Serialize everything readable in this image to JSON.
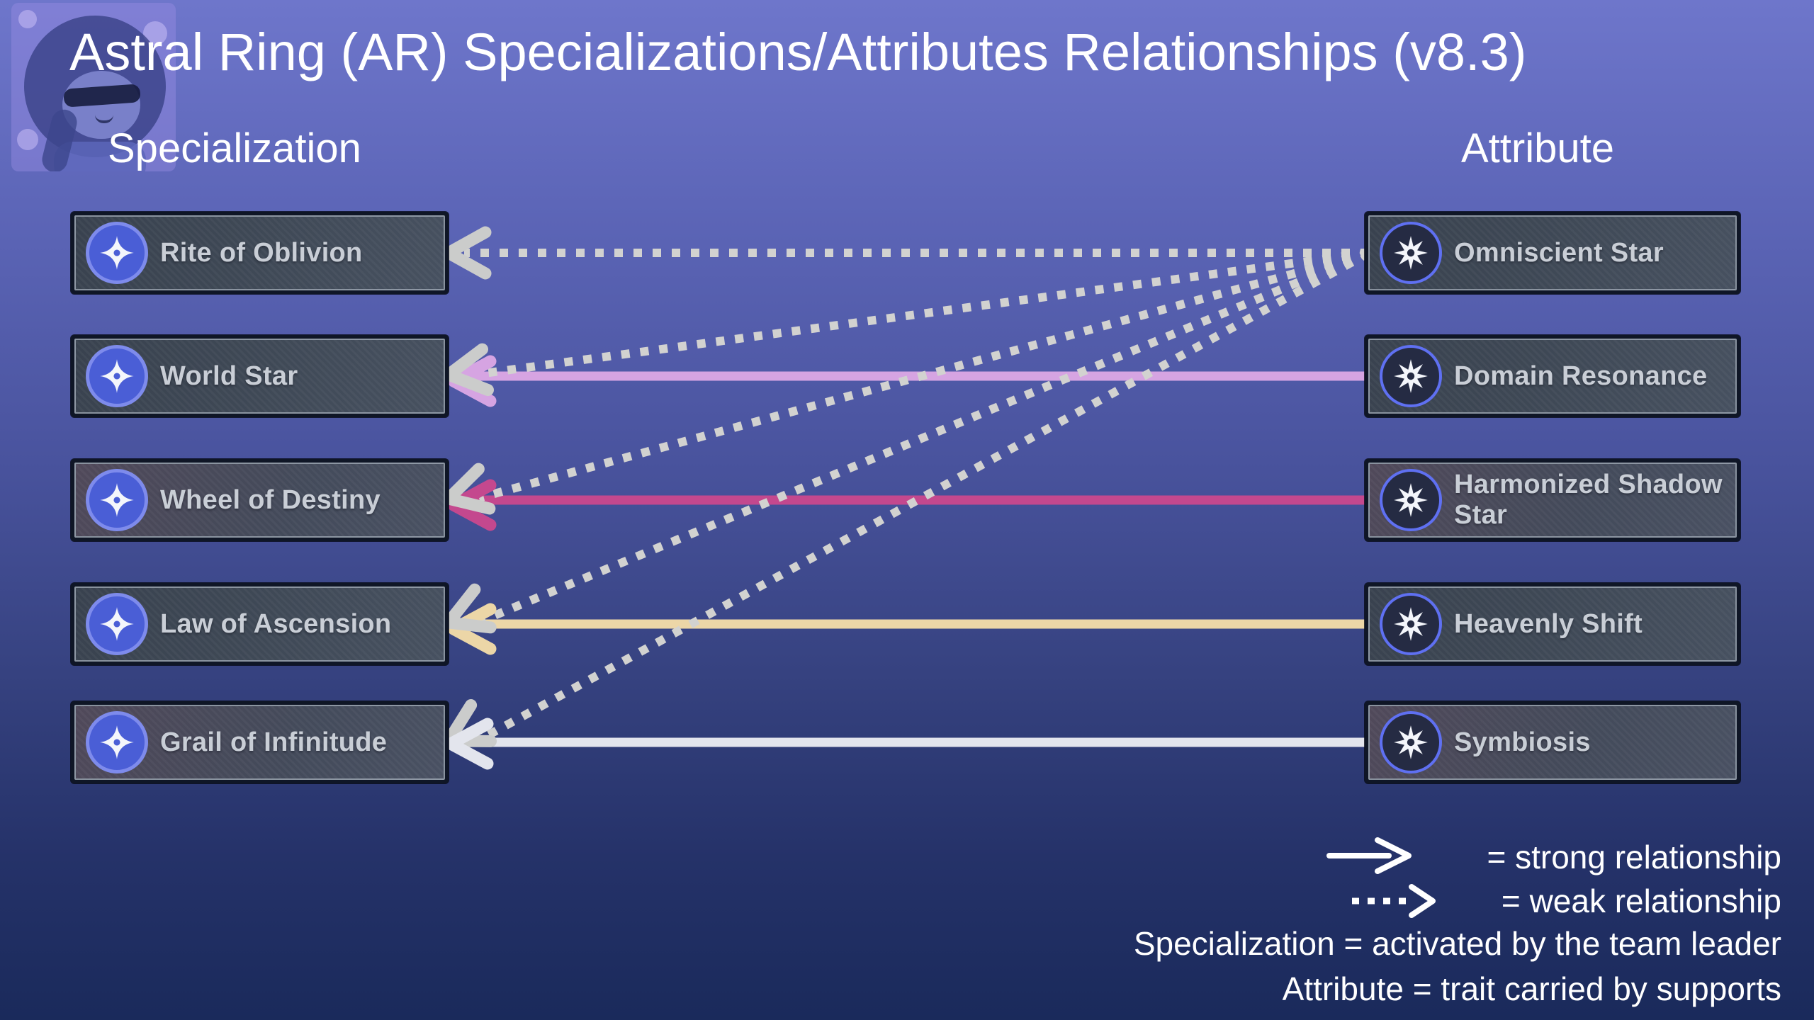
{
  "title": "Astral Ring (AR) Specializations/Attributes Relationships (v8.3)",
  "column_headers": {
    "left": "Specialization",
    "right": "Attribute"
  },
  "specializations": [
    {
      "label": "Rite of Oblivion",
      "icon": "rite-of-oblivion-icon"
    },
    {
      "label": "World Star",
      "icon": "world-star-icon"
    },
    {
      "label": "Wheel of Destiny",
      "icon": "wheel-of-destiny-icon"
    },
    {
      "label": "Law of Ascension",
      "icon": "law-of-ascension-icon"
    },
    {
      "label": "Grail of Infinitude",
      "icon": "grail-of-infinitude-icon"
    }
  ],
  "attributes": [
    {
      "label": "Omniscient Star",
      "icon": "omniscient-star-icon"
    },
    {
      "label": "Domain Resonance",
      "icon": "domain-resonance-icon"
    },
    {
      "label": "Harmonized Shadow Star",
      "icon": "harmonized-shadow-star-icon"
    },
    {
      "label": "Heavenly Shift",
      "icon": "heavenly-shift-icon"
    },
    {
      "label": "Symbiosis",
      "icon": "symbiosis-icon"
    }
  ],
  "connections": [
    {
      "from": "Omniscient Star",
      "to": "Rite of Oblivion",
      "type": "weak"
    },
    {
      "from": "Omniscient Star",
      "to": "World Star",
      "type": "weak"
    },
    {
      "from": "Omniscient Star",
      "to": "Wheel of Destiny",
      "type": "weak"
    },
    {
      "from": "Omniscient Star",
      "to": "Law of Ascension",
      "type": "weak"
    },
    {
      "from": "Omniscient Star",
      "to": "Grail of Infinitude",
      "type": "weak"
    },
    {
      "from": "Domain Resonance",
      "to": "World Star",
      "type": "strong",
      "color": "#d6a4e2"
    },
    {
      "from": "Harmonized Shadow Star",
      "to": "Wheel of Destiny",
      "type": "strong",
      "color": "#c4488e"
    },
    {
      "from": "Heavenly Shift",
      "to": "Law of Ascension",
      "type": "strong",
      "color": "#ecd6a7"
    },
    {
      "from": "Symbiosis",
      "to": "Grail of Infinitude",
      "type": "strong",
      "color": "#e3e5ed"
    }
  ],
  "legend": {
    "strong_label": "= strong relationship",
    "weak_label": "= weak relationship",
    "specialization_note": "Specialization = activated by the team leader",
    "attribute_note": "Attribute = trait carried by supports"
  },
  "colors": {
    "weak_line": "#d2d2d0",
    "arrowhead_gray": "#cbcccb",
    "legend_arrow": "#ffffff",
    "background_top": "#6e76cb",
    "background_bottom": "#1a2a5b",
    "box_label": "#c9ced6"
  }
}
